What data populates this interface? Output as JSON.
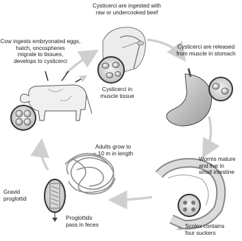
{
  "stages": [
    {
      "id": "ingest",
      "text": "Cysticerci are ingested with\nraw or undercooked beef"
    },
    {
      "id": "release",
      "text": "Cysticerci are released\nfrom muscle in stomach"
    },
    {
      "id": "mature",
      "text": "Worms mature\nand live in\nsmall intestine"
    },
    {
      "id": "scolex",
      "text": "Scolex contains\nfour suckers"
    },
    {
      "id": "adults",
      "text": "Adults grow to\n~ 10 m in length"
    },
    {
      "id": "gravid",
      "text": "Gravid\nproglottid"
    },
    {
      "id": "feces",
      "text": "Proglottids\npass in feces"
    },
    {
      "id": "cow",
      "text": "Cow ingests embryonated eggs,\nhatch, oncospheres\nmigrate to tissues,\ndevelops to cysticerci"
    },
    {
      "id": "muscle",
      "text": "Cysticerci in\nmuscle tissue"
    }
  ],
  "signature": "JW."
}
